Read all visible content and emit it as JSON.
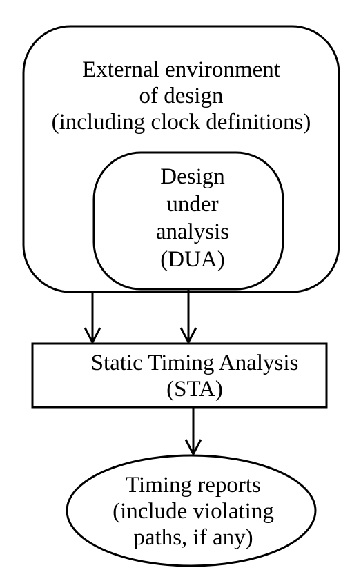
{
  "nodes": {
    "external_environment": {
      "lines": [
        "External environment",
        "of design",
        "(including clock definitions)"
      ]
    },
    "design_under_analysis": {
      "lines": [
        "Design",
        "under",
        "analysis",
        "(DUA)"
      ]
    },
    "sta": {
      "lines": [
        "Static Timing Analysis",
        "(STA)"
      ]
    },
    "timing_reports": {
      "lines": [
        "Timing reports",
        "(include violating",
        "paths, if any)"
      ]
    }
  },
  "edges": [
    {
      "from": "external_environment",
      "to": "sta"
    },
    {
      "from": "design_under_analysis",
      "to": "sta"
    },
    {
      "from": "sta",
      "to": "timing_reports"
    }
  ],
  "colors": {
    "stroke": "#000000",
    "background": "#ffffff",
    "text": "#000000"
  }
}
